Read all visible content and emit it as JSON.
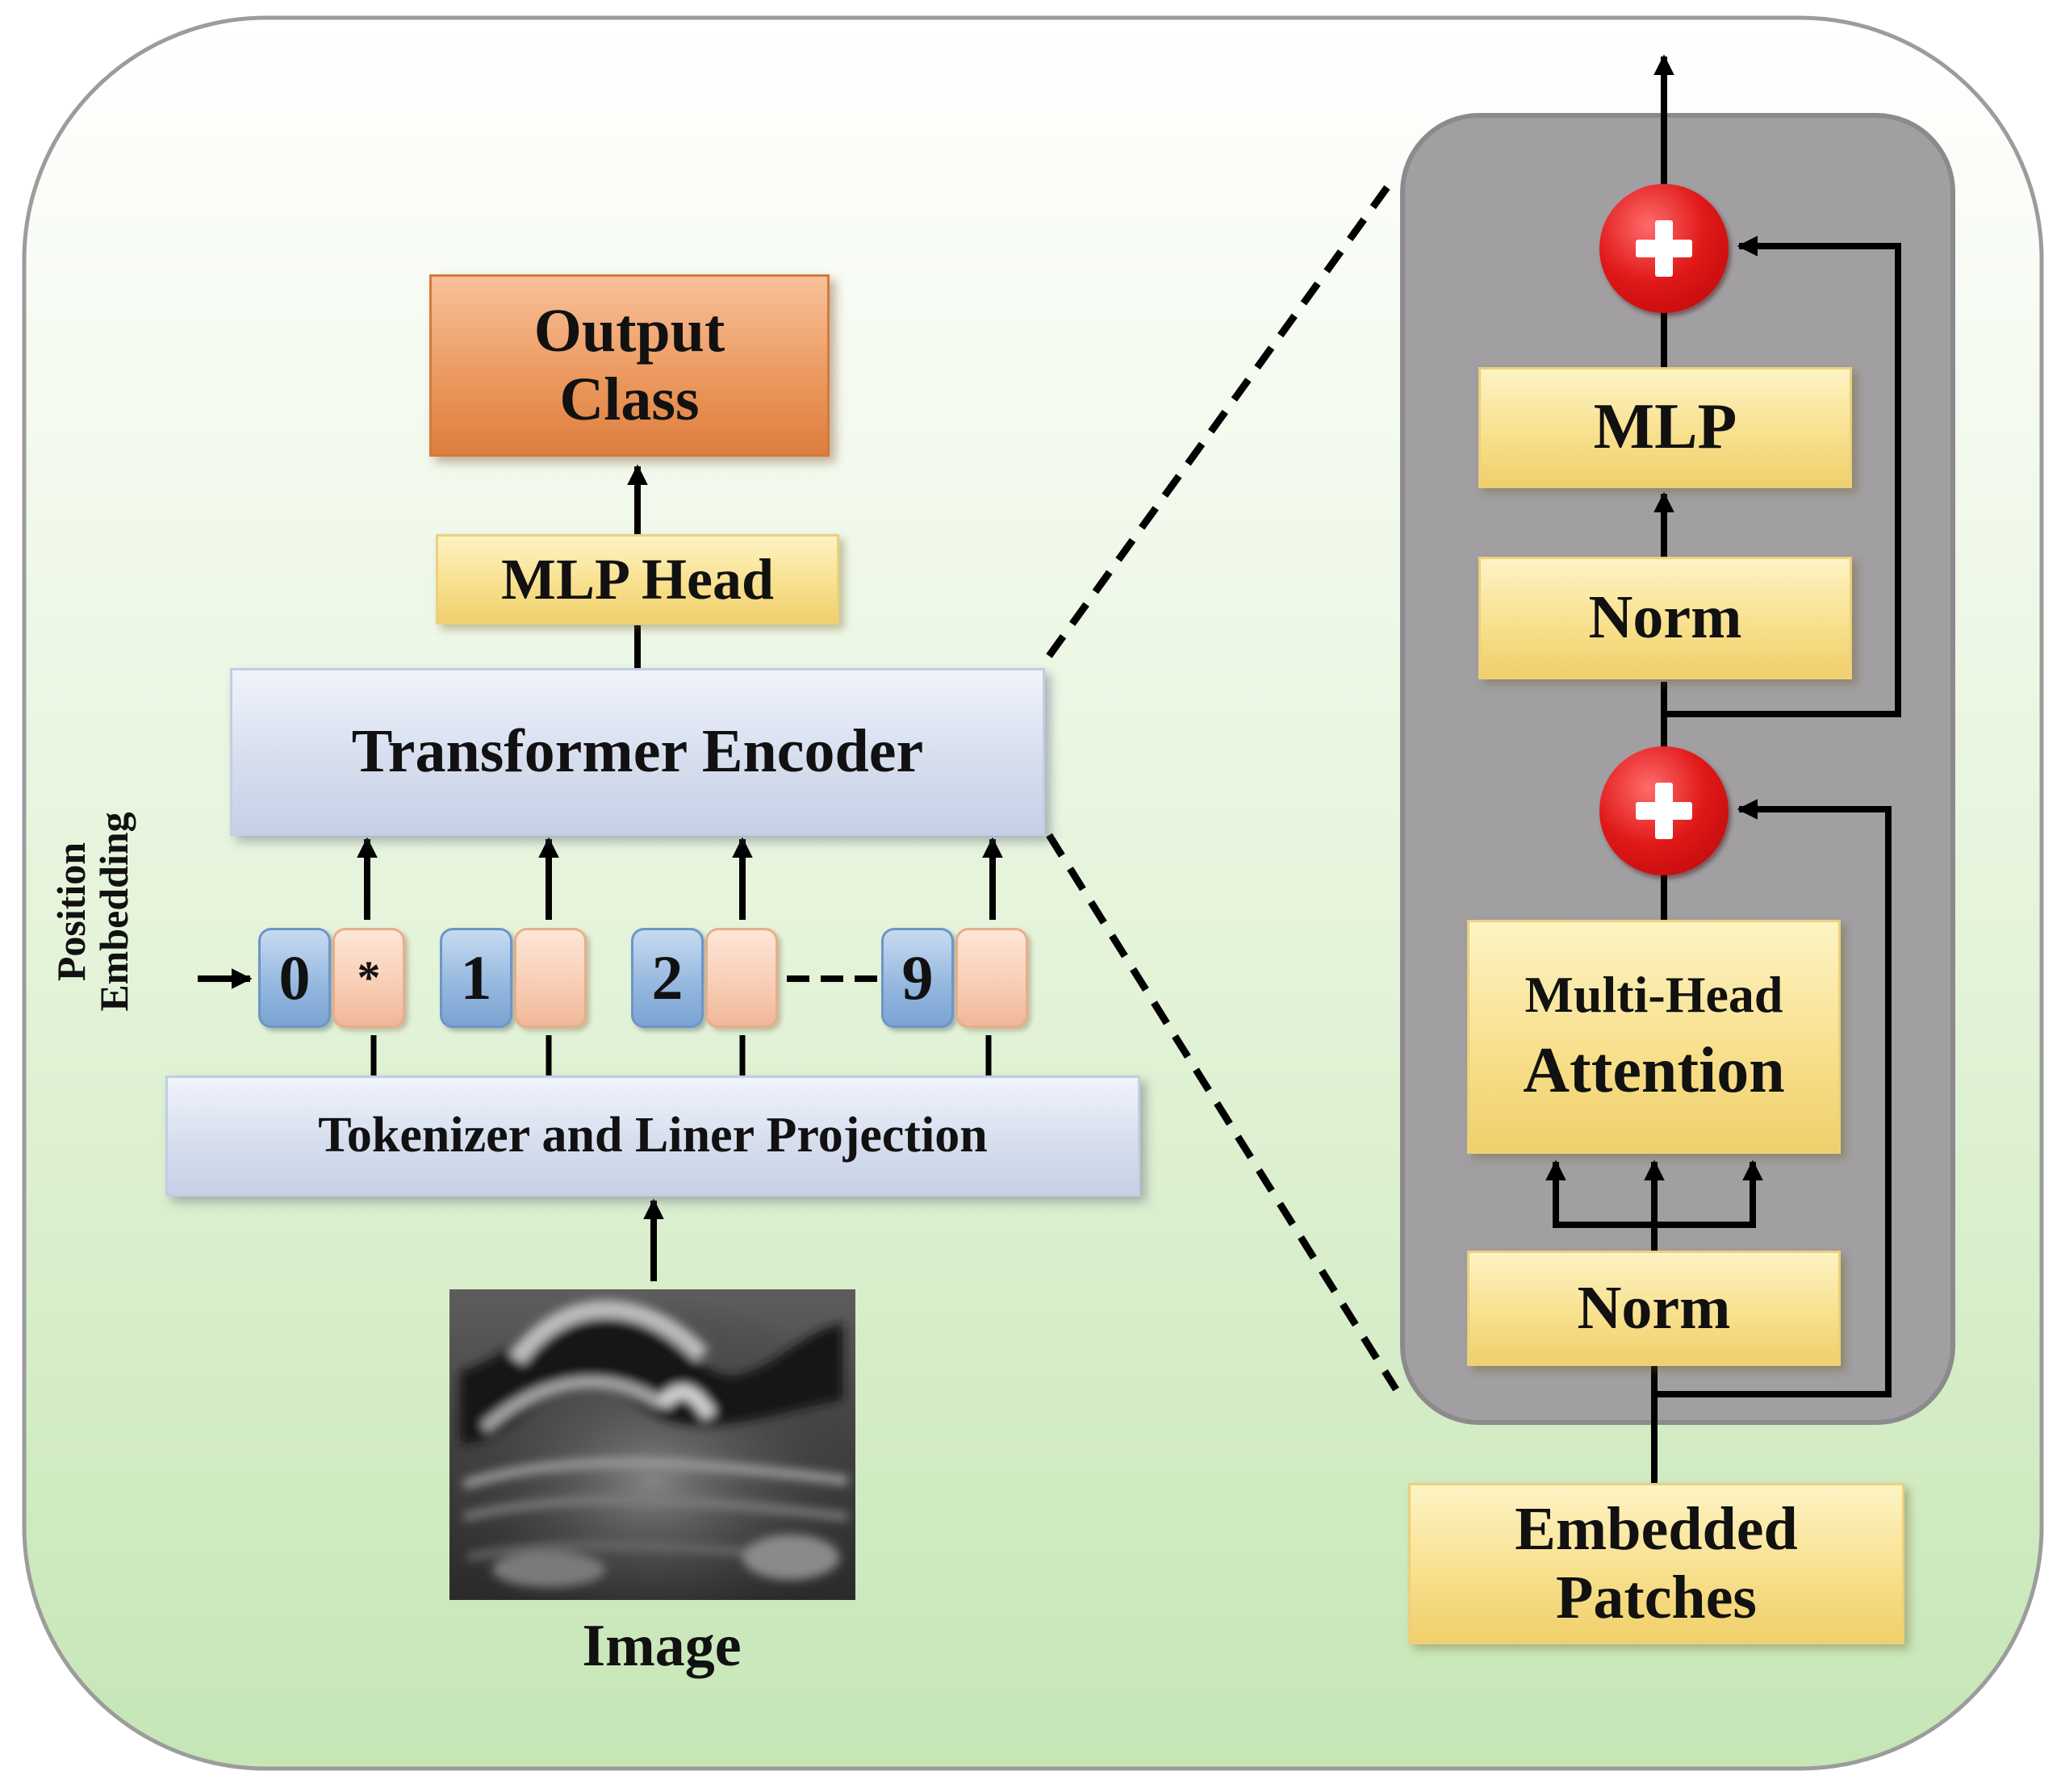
{
  "colors": {
    "frame_top": "#ffffff",
    "frame_bottom": "#c6e6b6",
    "encoder_panel": "#a19fa2",
    "yellow_box": "#f8e08e",
    "blue_bar": "#d6deee",
    "orange_box": "#ec9a60",
    "token_number": "#92b6de",
    "token_patch": "#f8ccb2",
    "plus_node": "#e01818",
    "arrow": "#000000"
  },
  "icons": {
    "plus": "plus-circle-icon",
    "arrow": "arrow-up-icon",
    "image": "ultrasound-image-icon"
  },
  "vit": {
    "output": {
      "line1": "Output",
      "line2": "Class"
    },
    "mlp_head": "MLP Head",
    "transformer_encoder": "Transformer Encoder",
    "tokenizer": "Tokenizer and Liner Projection",
    "image_label": "Image",
    "position_embedding": {
      "line1": "Position",
      "line2": "Embedding"
    },
    "tokens": [
      {
        "number": "0",
        "patch": "*"
      },
      {
        "number": "1",
        "patch": ""
      },
      {
        "number": "2",
        "patch": ""
      },
      {
        "number": "9",
        "patch": ""
      }
    ]
  },
  "encoder_block": {
    "mlp": "MLP",
    "norm_top": "Norm",
    "attention": {
      "line1": "Multi-Head",
      "line2": "Attention"
    },
    "norm_bottom": "Norm",
    "embedded_patches": {
      "line1": "Embedded",
      "line2": "Patches"
    }
  }
}
